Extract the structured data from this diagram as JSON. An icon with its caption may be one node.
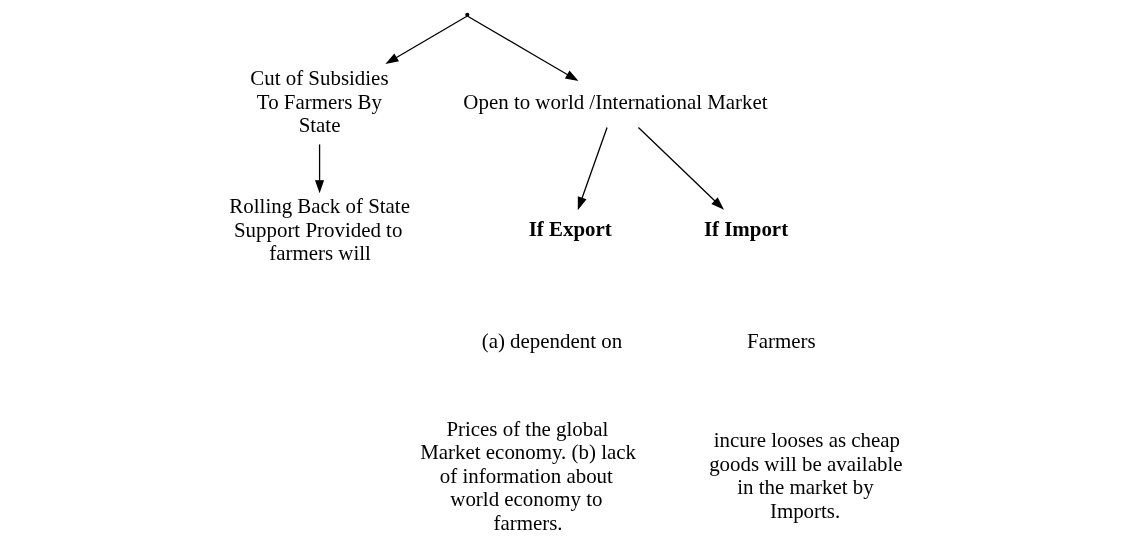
{
  "diagram": {
    "nodes": [
      {
        "text": [],
        "shape": "point"
      },
      {
        "text": [
          "Cut of Subsidies To Farmers By State"
        ]
      },
      {
        "text": [
          "Open to world /International Market"
        ]
      },
      {
        "text": [
          "Rolling Back of State Support Provided to farmers will"
        ]
      },
      {
        "text": [
          "If Export"
        ],
        "beside": [
          "(a) dependent on",
          "Prices of the global Market economy. (b) lack of information about world economy to farmers."
        ]
      },
      {
        "text": [
          "If Import"
        ],
        "beside": [
          "Farmers",
          "incure looses as cheap goods will be available in the market by Imports."
        ]
      }
    ],
    "edges": [
      {
        "from": 0,
        "to": 1,
        "arrow": "to"
      },
      {
        "from": 0,
        "to": 2,
        "arrow": "to"
      },
      {
        "from": 1,
        "to": 3,
        "arrow": "to"
      },
      {
        "from": 2,
        "to": 4,
        "arrow": "to"
      },
      {
        "from": 2,
        "to": 5,
        "arrow": "to"
      }
    ]
  }
}
